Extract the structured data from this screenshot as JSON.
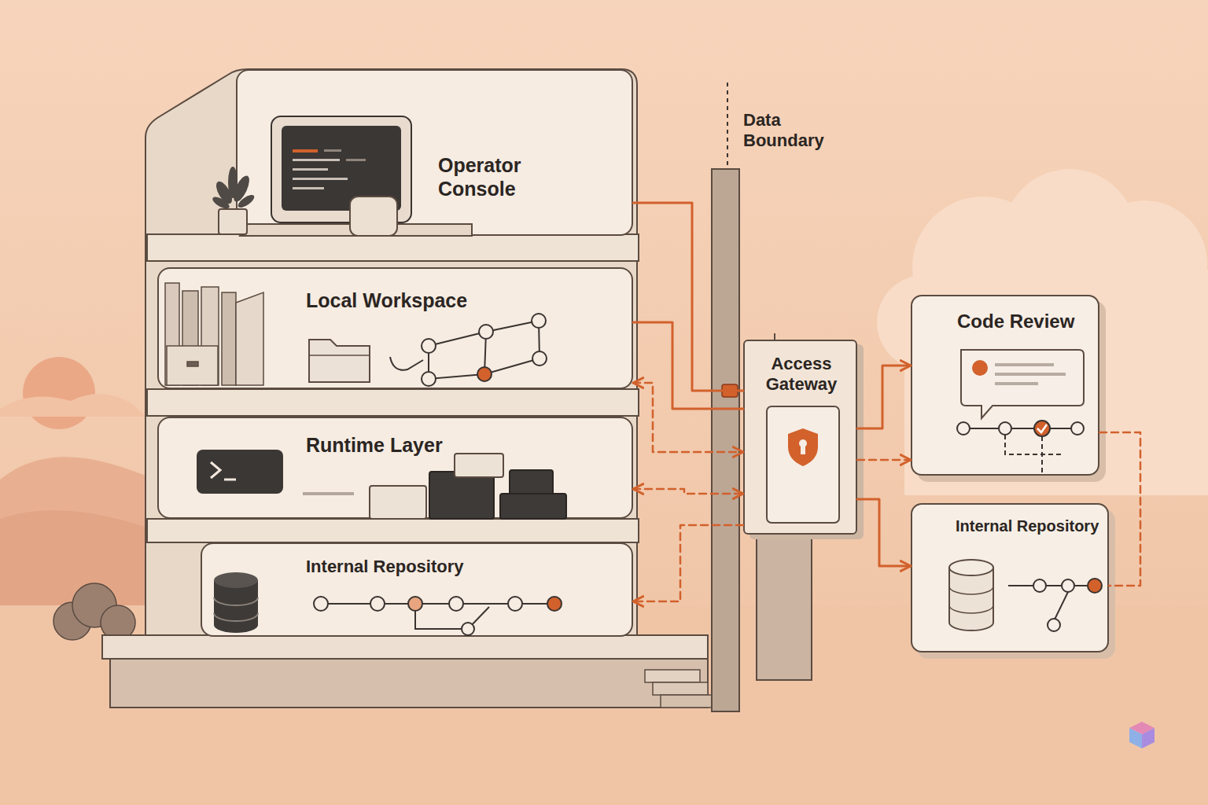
{
  "diagram": {
    "nodes": [
      {
        "text": [
          "Operator Console"
        ]
      },
      {
        "text": [
          "Local Workspace"
        ]
      },
      {
        "text": [
          "Runtime Layer"
        ]
      },
      {
        "text": [
          "Internal Repository"
        ]
      },
      {
        "text": [
          "Access Gateway"
        ]
      },
      {
        "text": [
          "Code Review"
        ]
      },
      {
        "text": [
          "Internal Repository"
        ]
      }
    ],
    "edges": [
      {
        "from": 0,
        "to": 4,
        "arrow": "none"
      },
      {
        "from": 1,
        "to": 4,
        "arrow": "none"
      },
      {
        "from": 1,
        "to": 4,
        "arrow": "both"
      },
      {
        "from": 2,
        "to": 4,
        "arrow": "both"
      },
      {
        "from": 4,
        "to": 3,
        "arrow": "to"
      },
      {
        "from": 4,
        "to": 5,
        "arrow": "to"
      },
      {
        "from": 4,
        "to": 5,
        "arrow": "to"
      },
      {
        "from": 4,
        "to": 6,
        "arrow": "to"
      },
      {
        "from": 5,
        "to": 6,
        "arrow": "none"
      }
    ],
    "labels": [
      "Data Boundary"
    ]
  }
}
